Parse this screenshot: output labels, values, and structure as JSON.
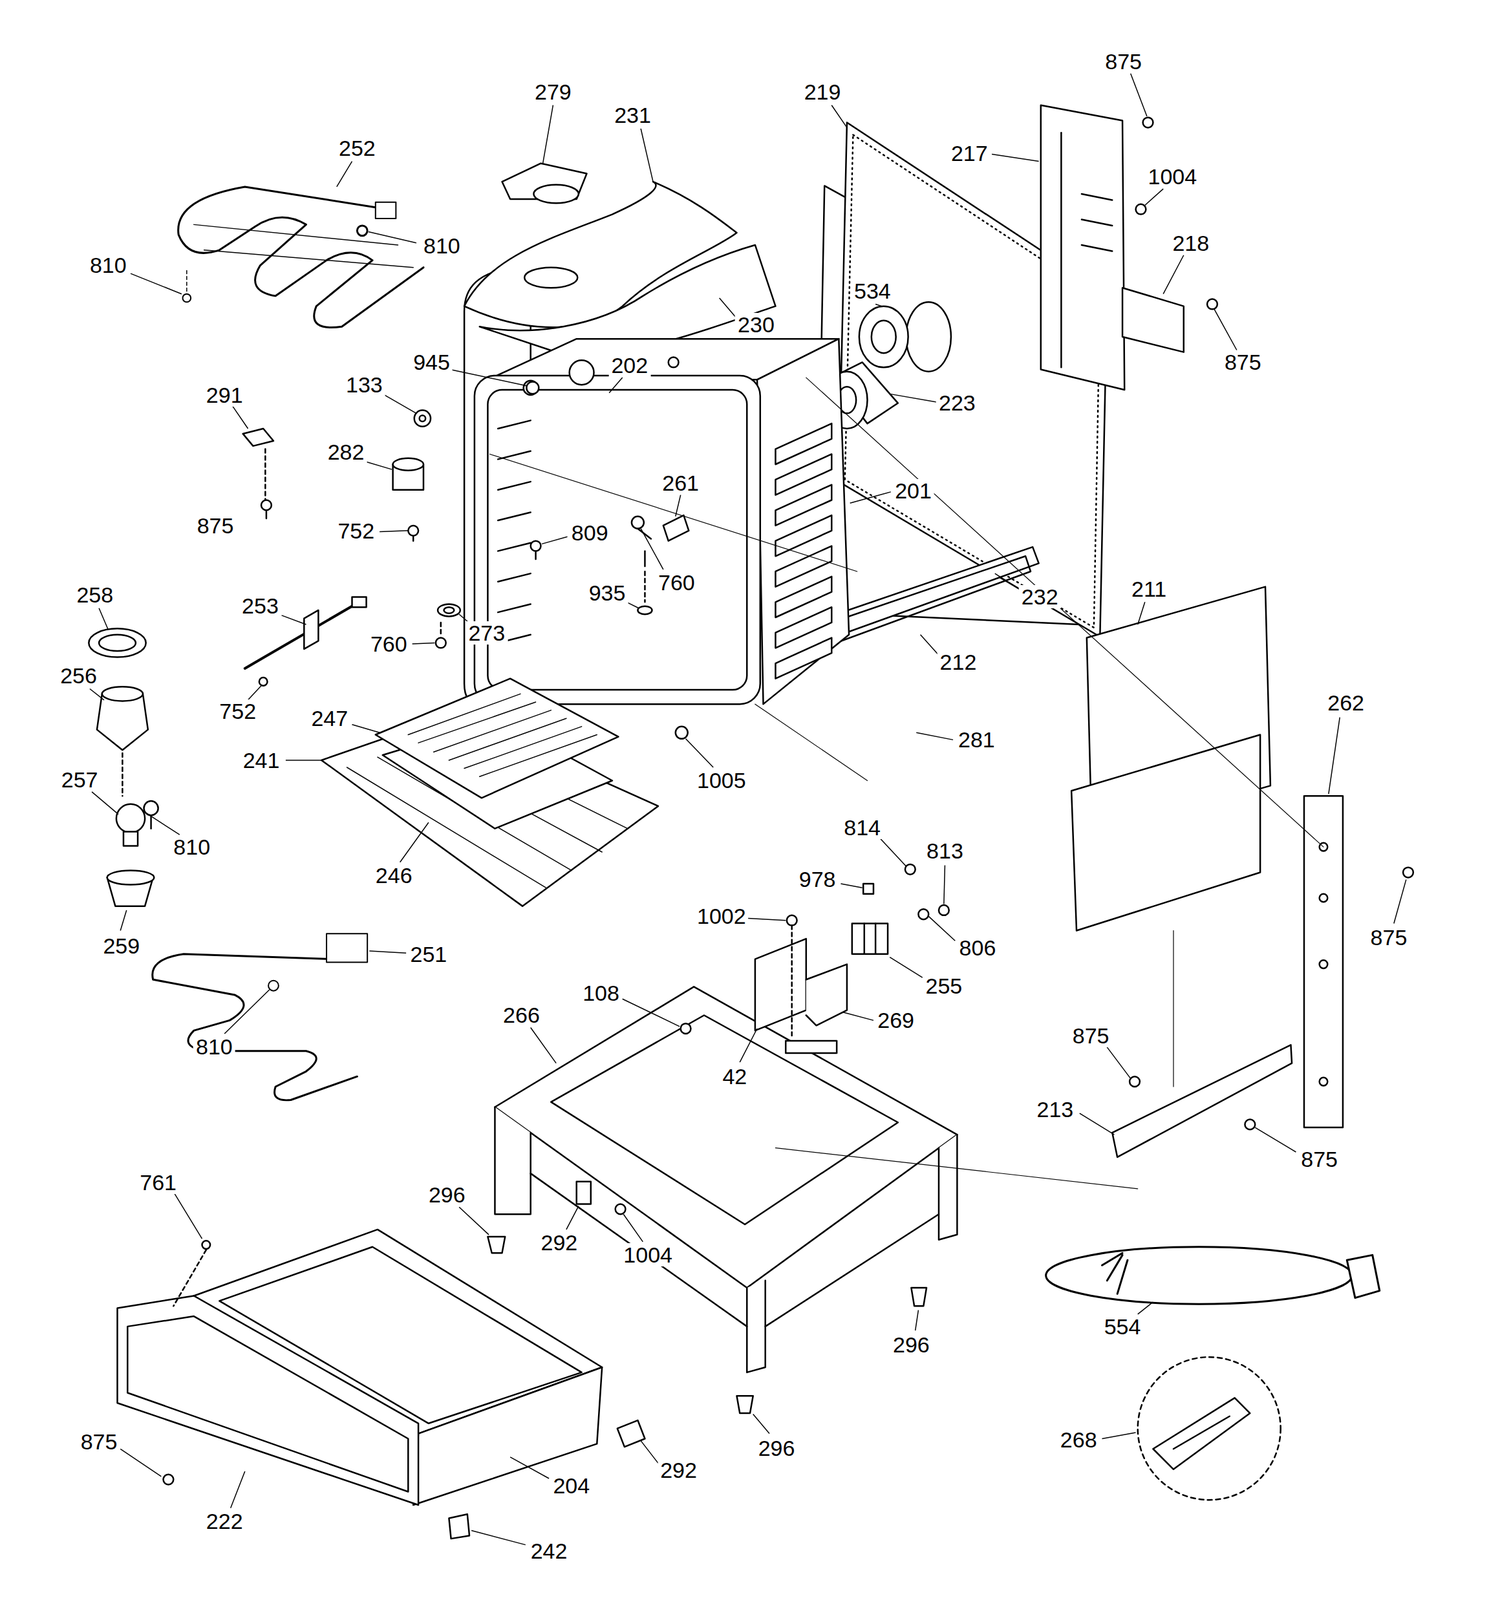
{
  "diagram": {
    "labels": [
      "279",
      "219",
      "875",
      "231",
      "252",
      "217",
      "1004",
      "218",
      "810",
      "810",
      "534",
      "230",
      "945",
      "875",
      "202",
      "133",
      "291",
      "223",
      "282",
      "261",
      "201",
      "875",
      "752",
      "809",
      "760",
      "211",
      "935",
      "258",
      "232",
      "253",
      "273",
      "760",
      "212",
      "256",
      "262",
      "752",
      "247",
      "281",
      "241",
      "257",
      "1005",
      "814",
      "810",
      "813",
      "246",
      "978",
      "1002",
      "875",
      "259",
      "806",
      "251",
      "255",
      "108",
      "266",
      "269",
      "875",
      "810",
      "42",
      "213",
      "875",
      "761",
      "296",
      "292",
      "1004",
      "554",
      "296",
      "268",
      "875",
      "296",
      "292",
      "204",
      "222",
      "242"
    ]
  }
}
